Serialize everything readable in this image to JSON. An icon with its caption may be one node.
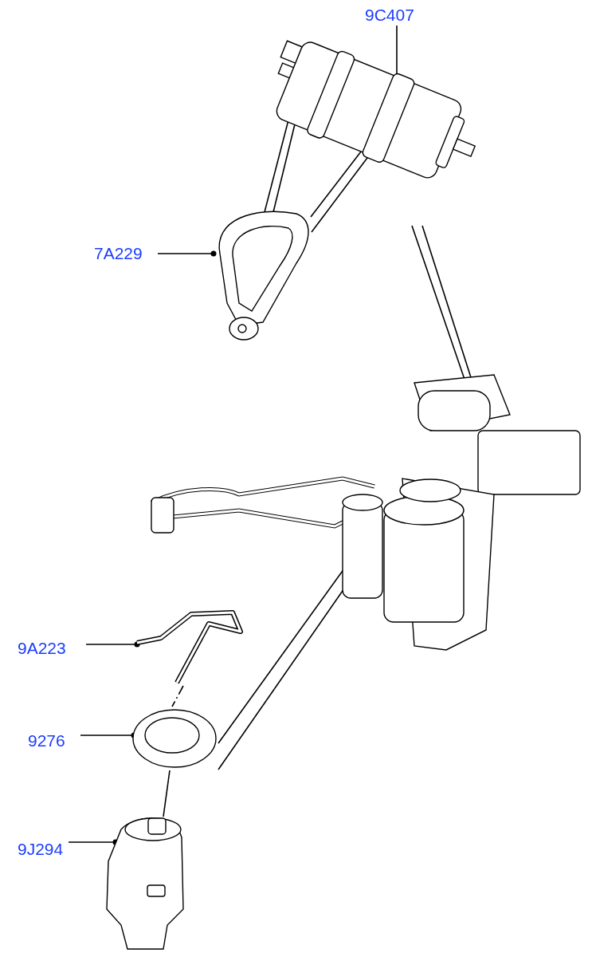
{
  "diagram": {
    "nodes": [
      {
        "text": [
          "9C407"
        ]
      },
      {
        "text": [
          "7A229"
        ]
      },
      {
        "text": [
          "9A223"
        ]
      },
      {
        "text": [
          "9276"
        ]
      },
      {
        "text": [
          "9J294"
        ]
      },
      {
        "text": [],
        "shape": "picture"
      },
      {
        "text": [],
        "shape": "picture"
      },
      {
        "text": [],
        "shape": "picture"
      },
      {
        "text": [],
        "shape": "picture"
      },
      {
        "text": [],
        "shape": "picture"
      },
      {
        "text": [],
        "shape": "picture"
      }
    ],
    "edges": [
      {
        "from": 0,
        "to": 5,
        "arrow": "other"
      },
      {
        "from": 1,
        "to": 6,
        "arrow": "other"
      },
      {
        "from": 2,
        "to": 8,
        "arrow": "other"
      },
      {
        "from": 3,
        "to": 9,
        "arrow": "other"
      },
      {
        "from": 4,
        "to": 10,
        "arrow": "other"
      },
      {
        "from": 6,
        "to": 5,
        "arrow": "none"
      },
      {
        "from": 6,
        "to": 5,
        "arrow": "none"
      },
      {
        "from": 6,
        "to": 5,
        "arrow": "none"
      },
      {
        "from": 6,
        "to": 5,
        "arrow": "none"
      },
      {
        "from": 5,
        "to": 7,
        "arrow": "none"
      },
      {
        "from": 5,
        "to": 7,
        "arrow": "none"
      },
      {
        "from": 7,
        "to": 9,
        "arrow": "none"
      },
      {
        "from": 7,
        "to": 9,
        "arrow": "none"
      },
      {
        "from": 8,
        "to": 9,
        "arrow": "none",
        "style": "dashed"
      },
      {
        "from": 9,
        "to": 10,
        "arrow": "none"
      }
    ]
  }
}
